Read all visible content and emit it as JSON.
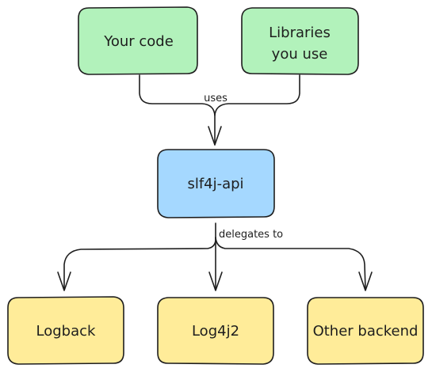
{
  "colors": {
    "green": "#b2f2bb",
    "blue": "#a5d8ff",
    "yellow": "#ffec99",
    "stroke": "#1e1e1e"
  },
  "nodes": {
    "your_code": "Your code",
    "libraries_line1": "Libraries",
    "libraries_line2": "you use",
    "slf4j_api": "slf4j-api",
    "logback": "Logback",
    "log4j2": "Log4j2",
    "other_backend": "Other backend"
  },
  "edges": {
    "uses": "uses",
    "delegates_to": "delegates to"
  }
}
